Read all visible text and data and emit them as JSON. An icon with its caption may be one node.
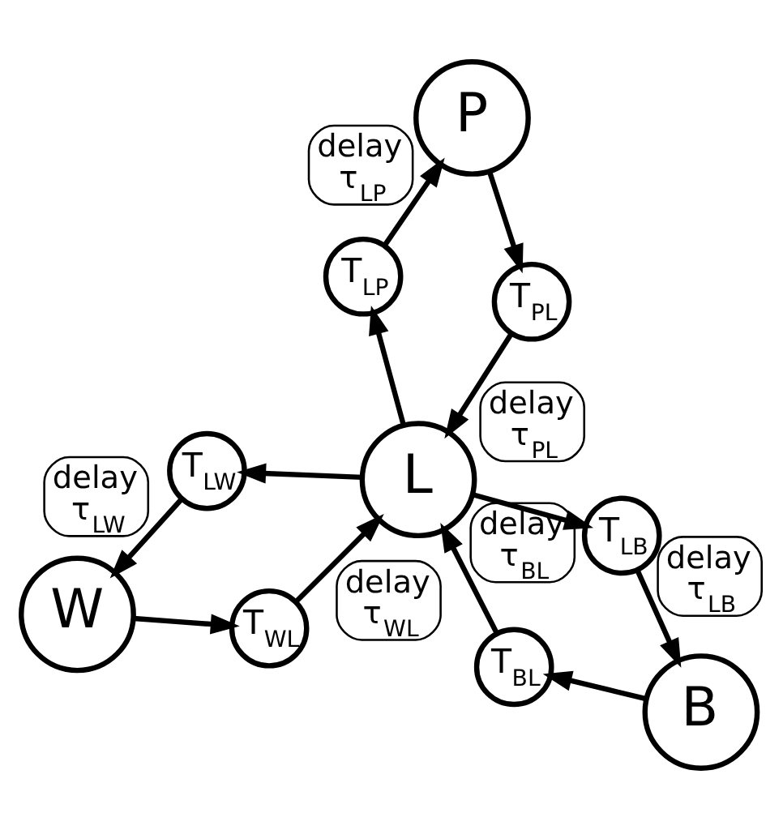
{
  "diagram": {
    "nodes": [
      {
        "text": [
          "P"
        ]
      },
      {
        "text": [
          "T$_{PL}$"
        ]
      },
      {
        "text": [
          "W"
        ]
      },
      {
        "text": [
          "T$_{LW}$"
        ]
      },
      {
        "text": [
          "T$_{LP}$"
        ]
      },
      {
        "text": [
          "L"
        ]
      },
      {
        "text": [
          "T$_{WL}$"
        ]
      },
      {
        "text": [
          "T$_{LB}$"
        ]
      },
      {
        "text": [
          "T$_{BL}$"
        ]
      },
      {
        "text": [
          "B"
        ]
      }
    ],
    "edges": [
      {
        "from": 0,
        "to": 1,
        "arrow": "to"
      },
      {
        "from": 1,
        "to": 5,
        "arrow": "to",
        "label": "delay τ$_{PL}$"
      },
      {
        "from": 5,
        "to": 3,
        "arrow": "to"
      },
      {
        "from": 3,
        "to": 2,
        "arrow": "to",
        "label": "delay τ$_{LW}$"
      },
      {
        "from": 2,
        "to": 6,
        "arrow": "to"
      },
      {
        "from": 6,
        "to": 5,
        "arrow": "to",
        "label": "delay τ$_{WL}$"
      },
      {
        "from": 5,
        "to": 4,
        "arrow": "to"
      },
      {
        "from": 4,
        "to": 0,
        "arrow": "to",
        "label": "delay τ$_{LP}$"
      },
      {
        "from": 5,
        "to": 7,
        "arrow": "to"
      },
      {
        "from": 7,
        "to": 9,
        "arrow": "to",
        "label": "delay τ$_{LB}$"
      },
      {
        "from": 9,
        "to": 8,
        "arrow": "to"
      },
      {
        "from": 8,
        "to": 5,
        "arrow": "to",
        "label": "delay τ$_{BL}$"
      }
    ]
  }
}
